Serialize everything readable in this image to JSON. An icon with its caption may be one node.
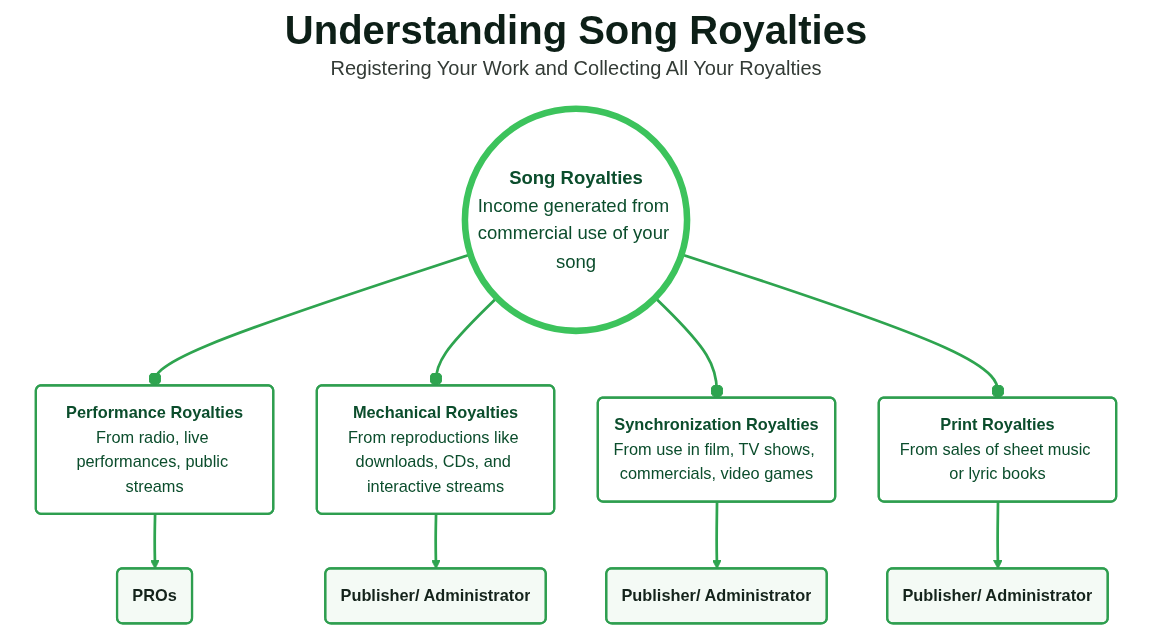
{
  "diagram": {
    "title": "Understanding Song Royalties",
    "nodes": [
      {
        "text": [
          "Song Royalties",
          "Income generated from commercial use of your song"
        ]
      },
      {
        "text": [
          "Performance Royalties",
          "From radio, live performances, public streams"
        ]
      },
      {
        "text": [
          "PROs"
        ]
      },
      {
        "text": [
          "Mechanical Royalties",
          "From reproductions like downloads, CDs, and interactive streams"
        ]
      },
      {
        "text": [
          "Publisher/ Administrator"
        ]
      },
      {
        "text": [
          "Synchronization Royalties",
          "From use in film, TV shows, commercials, video games"
        ]
      },
      {
        "text": [
          "Publisher/ Administrator"
        ]
      },
      {
        "text": [
          "Print Royalties",
          "From sales of sheet music or lyric books"
        ]
      },
      {
        "text": [
          "Publisher/ Administrator"
        ]
      }
    ],
    "edges": [
      {
        "from": 0,
        "to": 1,
        "arrow": "other"
      },
      {
        "from": 0,
        "to": 3,
        "arrow": "other"
      },
      {
        "from": 0,
        "to": 5,
        "arrow": "other"
      },
      {
        "from": 0,
        "to": 7,
        "arrow": "other"
      },
      {
        "from": 1,
        "to": 2,
        "arrow": "to"
      },
      {
        "from": 3,
        "to": 4,
        "arrow": "to"
      },
      {
        "from": 5,
        "to": 6,
        "arrow": "to"
      },
      {
        "from": 7,
        "to": 8,
        "arrow": "to"
      }
    ],
    "labels": [
      "Registering Your Work and Collecting All Your Royalties"
    ]
  }
}
